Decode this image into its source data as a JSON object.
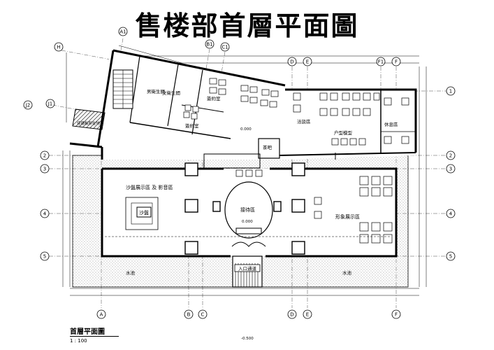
{
  "title": "售楼部首層平面圖",
  "caption": {
    "name": "首層平面圖",
    "scale": "1 : 100"
  },
  "rooms": {
    "male_wc": "男衛生間",
    "female_wc": "女衛生間",
    "sign_room_1": "簽約室",
    "sign_room_2": "簽約室",
    "negotiation": "洽談區",
    "unit_model": "户型模型",
    "tea_bar": "茶吧",
    "lounge": "休息區",
    "sand_table_area": "沙盤展示區 及 影音區",
    "sand_table": "沙盤",
    "reception": "接待區",
    "image_area": "形象展示區",
    "entrance": "入口通道",
    "water_left": "水池",
    "water_right": "水池",
    "reserved": "佳德板所在地"
  },
  "levels": {
    "upper": "0.000",
    "center": "0.000",
    "bottom": "-0.500"
  },
  "grid": {
    "bottom": [
      "A",
      "B",
      "C",
      "D",
      "E",
      "F"
    ],
    "right": [
      "1",
      "2",
      "3",
      "4",
      "5"
    ],
    "left": [
      "2",
      "3",
      "4",
      "5"
    ],
    "top_straight": [
      "D",
      "E",
      "F1",
      "F"
    ],
    "top_skew": [
      "A1",
      "B1",
      "C1"
    ],
    "left_skew": [
      "H",
      "J1",
      "J2"
    ]
  }
}
